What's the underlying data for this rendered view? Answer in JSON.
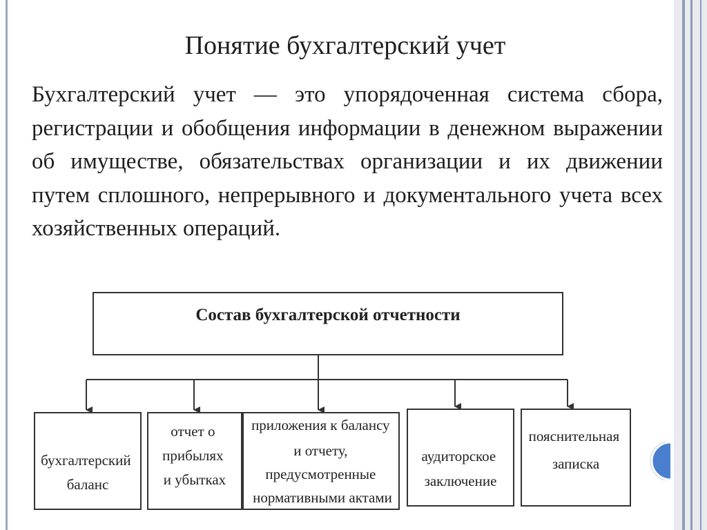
{
  "slide": {
    "title": "Понятие бухгалтерский учет",
    "paragraph": "Бухгалтерский учет — это упорядоченная система сбора, регистрации и обобщения информации в денежном выражении об имуществе, обязательствах организации и их движении путем сплошного, непрерывного и документального учета всех хозяйственных операций."
  },
  "diagram": {
    "root": "Состав бухгалтерской отчетности",
    "children": [
      {
        "lines": [
          "бухгалтерский",
          "баланс"
        ]
      },
      {
        "lines": [
          "отчет о",
          "прибылях",
          "и убытках"
        ]
      },
      {
        "lines": [
          "приложения к балансу",
          "и отчету,",
          "предусмотренные",
          "нормативными актами"
        ]
      },
      {
        "lines": [
          "аудиторское",
          "заключение"
        ]
      },
      {
        "lines": [
          "пояснительная",
          "записка"
        ]
      }
    ]
  },
  "colors": {
    "frame_stripe": "#8f9db8",
    "frame_panel": "#e9ebef",
    "accent_circle": "#4a7fd0"
  }
}
